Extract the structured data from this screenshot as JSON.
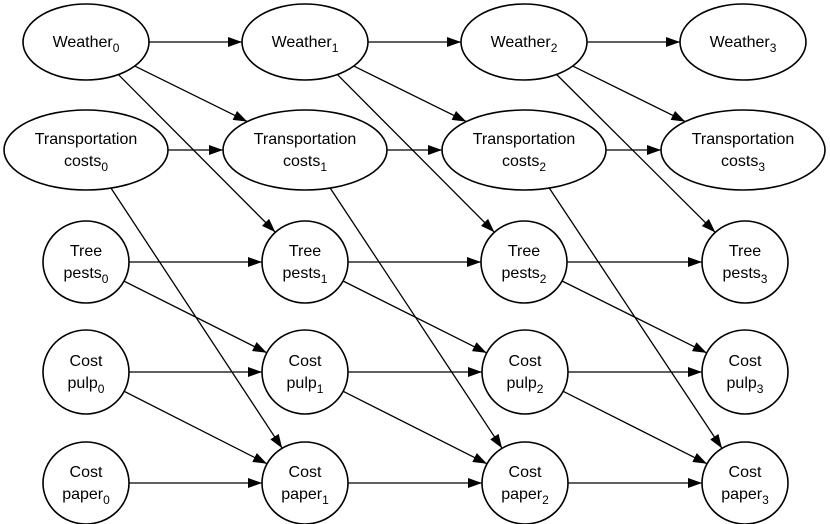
{
  "diagram": {
    "type": "dynamic-bayesian-network",
    "nodes": [
      {
        "id": "W0",
        "lines": [
          "Weather"
        ],
        "sub": "0"
      },
      {
        "id": "W1",
        "lines": [
          "Weather"
        ],
        "sub": "1"
      },
      {
        "id": "W2",
        "lines": [
          "Weather"
        ],
        "sub": "2"
      },
      {
        "id": "W3",
        "lines": [
          "Weather"
        ],
        "sub": "3"
      },
      {
        "id": "T0",
        "lines": [
          "Transportation",
          "costs"
        ],
        "sub": "0"
      },
      {
        "id": "T1",
        "lines": [
          "Transportation",
          "costs"
        ],
        "sub": "1"
      },
      {
        "id": "T2",
        "lines": [
          "Transportation",
          "costs"
        ],
        "sub": "2"
      },
      {
        "id": "T3",
        "lines": [
          "Transportation",
          "costs"
        ],
        "sub": "3"
      },
      {
        "id": "P0",
        "lines": [
          "Tree",
          "pests"
        ],
        "sub": "0"
      },
      {
        "id": "P1",
        "lines": [
          "Tree",
          "pests"
        ],
        "sub": "1"
      },
      {
        "id": "P2",
        "lines": [
          "Tree",
          "pests"
        ],
        "sub": "2"
      },
      {
        "id": "P3",
        "lines": [
          "Tree",
          "pests"
        ],
        "sub": "3"
      },
      {
        "id": "C0",
        "lines": [
          "Cost",
          "pulp"
        ],
        "sub": "0"
      },
      {
        "id": "C1",
        "lines": [
          "Cost",
          "pulp"
        ],
        "sub": "1"
      },
      {
        "id": "C2",
        "lines": [
          "Cost",
          "pulp"
        ],
        "sub": "2"
      },
      {
        "id": "C3",
        "lines": [
          "Cost",
          "pulp"
        ],
        "sub": "3"
      },
      {
        "id": "A0",
        "lines": [
          "Cost",
          "paper"
        ],
        "sub": "0"
      },
      {
        "id": "A1",
        "lines": [
          "Cost",
          "paper"
        ],
        "sub": "1"
      },
      {
        "id": "A2",
        "lines": [
          "Cost",
          "paper"
        ],
        "sub": "2"
      },
      {
        "id": "A3",
        "lines": [
          "Cost",
          "paper"
        ],
        "sub": "3"
      }
    ],
    "edges": [
      [
        "W0",
        "W1"
      ],
      [
        "W1",
        "W2"
      ],
      [
        "W2",
        "W3"
      ],
      [
        "T0",
        "T1"
      ],
      [
        "T1",
        "T2"
      ],
      [
        "T2",
        "T3"
      ],
      [
        "P0",
        "P1"
      ],
      [
        "P1",
        "P2"
      ],
      [
        "P2",
        "P3"
      ],
      [
        "C0",
        "C1"
      ],
      [
        "C1",
        "C2"
      ],
      [
        "C2",
        "C3"
      ],
      [
        "A0",
        "A1"
      ],
      [
        "A1",
        "A2"
      ],
      [
        "A2",
        "A3"
      ],
      [
        "W0",
        "T1"
      ],
      [
        "W1",
        "T2"
      ],
      [
        "W2",
        "T3"
      ],
      [
        "W0",
        "P1"
      ],
      [
        "W1",
        "P2"
      ],
      [
        "W2",
        "P3"
      ],
      [
        "T0",
        "A1"
      ],
      [
        "T1",
        "A2"
      ],
      [
        "T2",
        "A3"
      ],
      [
        "P0",
        "C1"
      ],
      [
        "P1",
        "C2"
      ],
      [
        "P2",
        "C3"
      ],
      [
        "C0",
        "A1"
      ],
      [
        "C1",
        "A2"
      ],
      [
        "C2",
        "A3"
      ]
    ]
  }
}
